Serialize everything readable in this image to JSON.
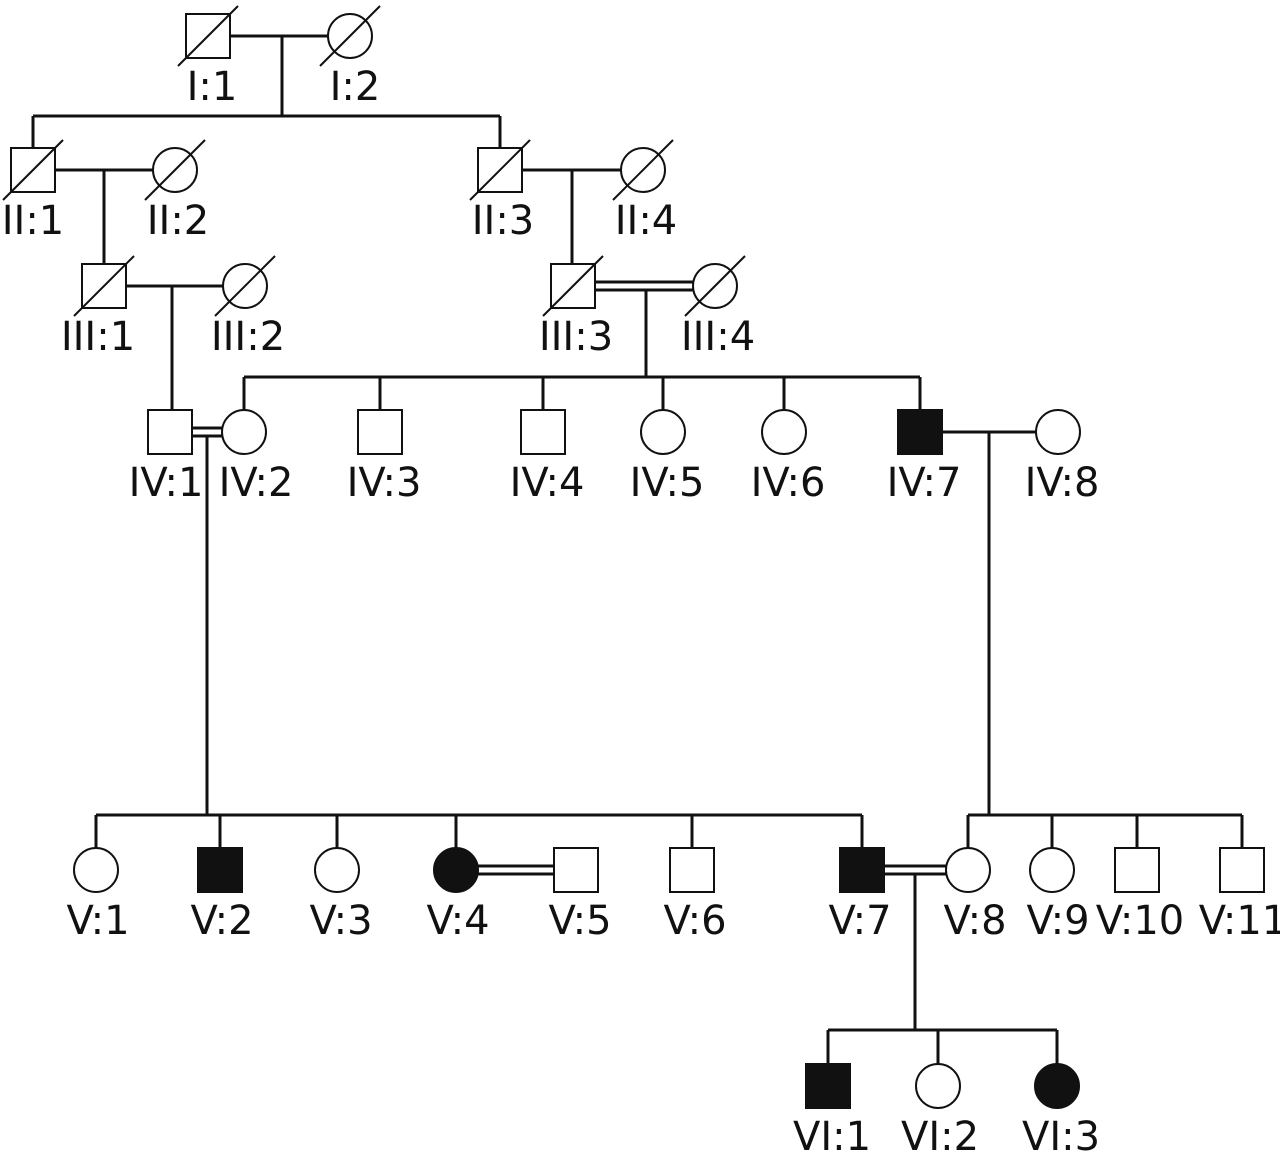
{
  "individuals": [
    {
      "id": "I:1",
      "sex": "male",
      "affected": false,
      "deceased": true
    },
    {
      "id": "I:2",
      "sex": "female",
      "affected": false,
      "deceased": true
    },
    {
      "id": "II:1",
      "sex": "male",
      "affected": false,
      "deceased": true
    },
    {
      "id": "II:2",
      "sex": "female",
      "affected": false,
      "deceased": true
    },
    {
      "id": "II:3",
      "sex": "male",
      "affected": false,
      "deceased": true
    },
    {
      "id": "II:4",
      "sex": "female",
      "affected": false,
      "deceased": true
    },
    {
      "id": "III:1",
      "sex": "male",
      "affected": false,
      "deceased": true
    },
    {
      "id": "III:2",
      "sex": "female",
      "affected": false,
      "deceased": true
    },
    {
      "id": "III:3",
      "sex": "male",
      "affected": false,
      "deceased": true
    },
    {
      "id": "III:4",
      "sex": "female",
      "affected": false,
      "deceased": true
    },
    {
      "id": "IV:1",
      "sex": "male",
      "affected": false,
      "deceased": false
    },
    {
      "id": "IV:2",
      "sex": "female",
      "affected": false,
      "deceased": false
    },
    {
      "id": "IV:3",
      "sex": "male",
      "affected": false,
      "deceased": false
    },
    {
      "id": "IV:4",
      "sex": "male",
      "affected": false,
      "deceased": false
    },
    {
      "id": "IV:5",
      "sex": "female",
      "affected": false,
      "deceased": false
    },
    {
      "id": "IV:6",
      "sex": "female",
      "affected": false,
      "deceased": false
    },
    {
      "id": "IV:7",
      "sex": "male",
      "affected": true,
      "deceased": false
    },
    {
      "id": "IV:8",
      "sex": "female",
      "affected": false,
      "deceased": false
    },
    {
      "id": "V:1",
      "sex": "female",
      "affected": false,
      "deceased": false
    },
    {
      "id": "V:2",
      "sex": "male",
      "affected": true,
      "deceased": false
    },
    {
      "id": "V:3",
      "sex": "female",
      "affected": false,
      "deceased": false
    },
    {
      "id": "V:4",
      "sex": "female",
      "affected": true,
      "deceased": false
    },
    {
      "id": "V:5",
      "sex": "male",
      "affected": false,
      "deceased": false
    },
    {
      "id": "V:6",
      "sex": "male",
      "affected": false,
      "deceased": false
    },
    {
      "id": "V:7",
      "sex": "male",
      "affected": true,
      "deceased": false
    },
    {
      "id": "V:8",
      "sex": "female",
      "affected": false,
      "deceased": false
    },
    {
      "id": "V:9",
      "sex": "female",
      "affected": false,
      "deceased": false
    },
    {
      "id": "V:10",
      "sex": "male",
      "affected": false,
      "deceased": false
    },
    {
      "id": "V:11",
      "sex": "male",
      "affected": false,
      "deceased": false
    },
    {
      "id": "VI:1",
      "sex": "male",
      "affected": true,
      "deceased": false
    },
    {
      "id": "VI:2",
      "sex": "female",
      "affected": false,
      "deceased": false
    },
    {
      "id": "VI:3",
      "sex": "female",
      "affected": true,
      "deceased": false
    }
  ],
  "matings": [
    {
      "partners": [
        "I:1",
        "I:2"
      ],
      "consanguineous": false
    },
    {
      "partners": [
        "II:1",
        "II:2"
      ],
      "consanguineous": false
    },
    {
      "partners": [
        "II:3",
        "II:4"
      ],
      "consanguineous": false
    },
    {
      "partners": [
        "III:1",
        "III:2"
      ],
      "consanguineous": false
    },
    {
      "partners": [
        "III:3",
        "III:4"
      ],
      "consanguineous": true
    },
    {
      "partners": [
        "IV:1",
        "IV:2"
      ],
      "consanguineous": true
    },
    {
      "partners": [
        "IV:7",
        "IV:8"
      ],
      "consanguineous": false
    },
    {
      "partners": [
        "V:4",
        "V:5"
      ],
      "consanguineous": true
    },
    {
      "partners": [
        "V:7",
        "V:8"
      ],
      "consanguineous": true
    }
  ],
  "colors": {
    "line": "#111111",
    "affected_fill": "#111111",
    "unaffected_fill": "#ffffff"
  }
}
